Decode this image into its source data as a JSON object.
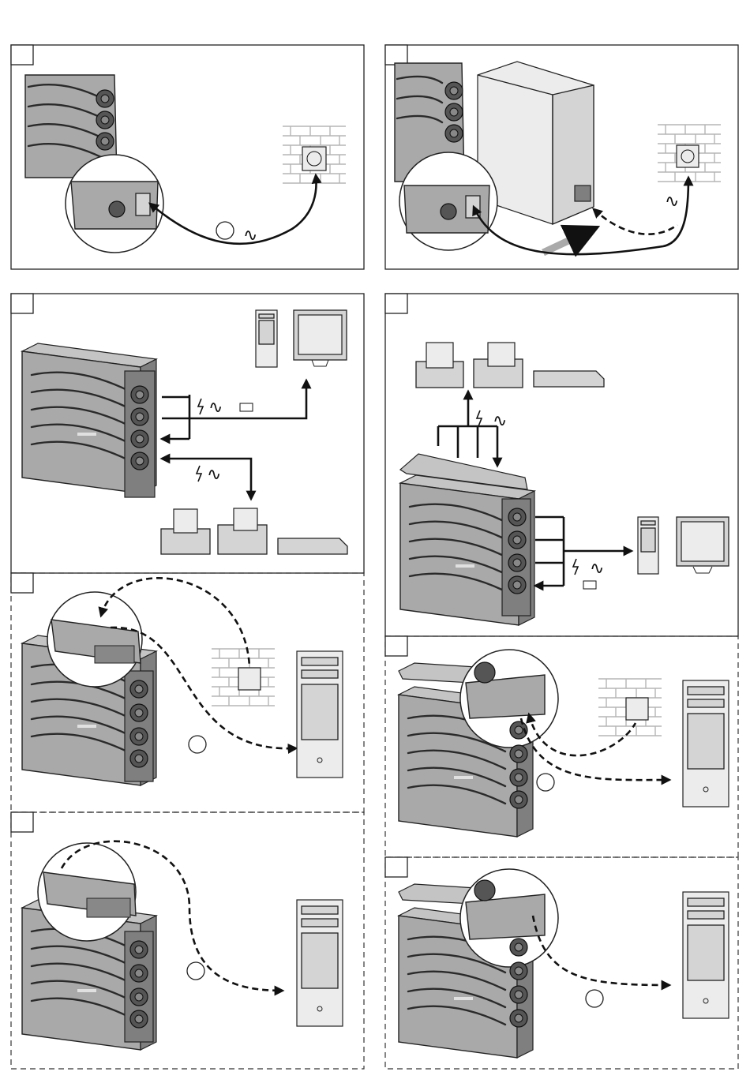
{
  "steps": [
    {
      "id": 1,
      "symbol": "∿"
    },
    {
      "id": 2,
      "symbol": "∿"
    },
    {
      "id": 3,
      "symbols": [
        "∿",
        "∿"
      ]
    },
    {
      "id": 4,
      "symbols": [
        "∿",
        "∿"
      ]
    },
    {
      "id": 5
    },
    {
      "id": 6
    },
    {
      "id": 7
    },
    {
      "id": 8
    }
  ],
  "colors": {
    "device_gray": "#a9a9a9",
    "line": "#111111",
    "brick": "#b5b5b5"
  },
  "icons": [
    "ups-unit-icon",
    "wall-socket-icon",
    "computer-tower-icon",
    "monitor-icon",
    "printer-icon",
    "fax-icon",
    "scanner-icon",
    "phone-jack-icon",
    "lightning-icon",
    "battery-icon",
    "plug-icon"
  ]
}
